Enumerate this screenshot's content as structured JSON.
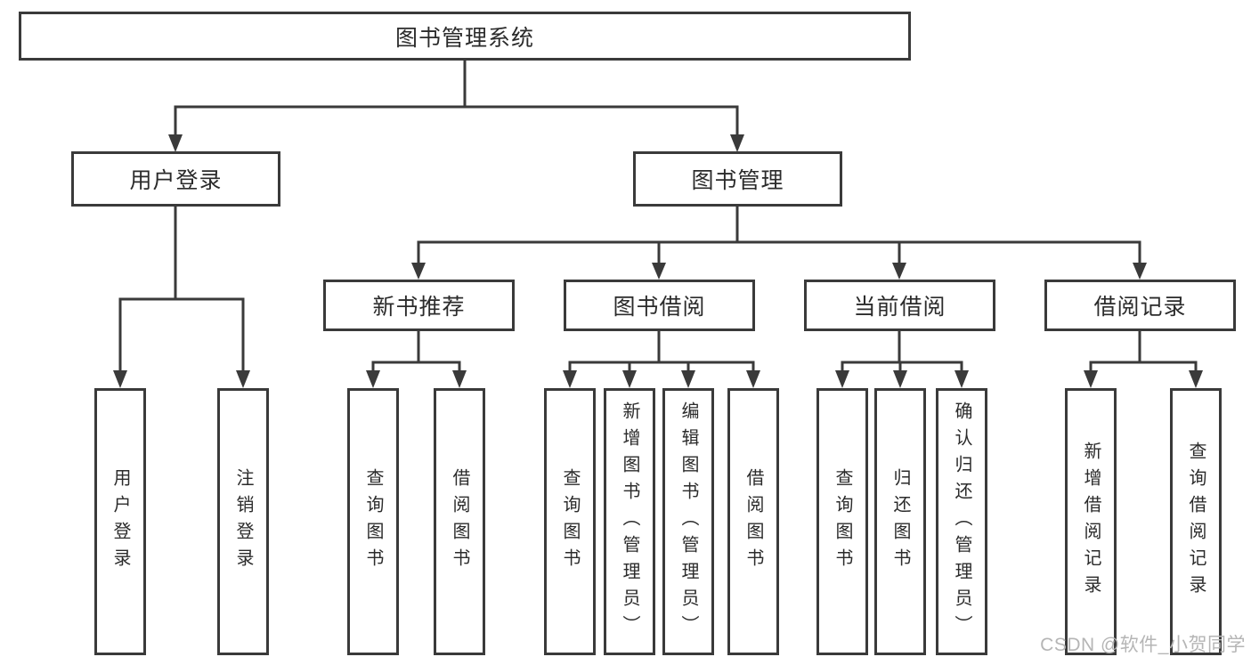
{
  "page": {
    "background": "#ffffff",
    "line_color": "#3a3a3a",
    "box_border_color": "#3a3a3a",
    "text_color": "#2b2b2b"
  },
  "diagram": {
    "type": "tree",
    "root": {
      "label": "图书管理系统"
    },
    "level2": [
      {
        "label": "用户登录"
      },
      {
        "label": "图书管理"
      }
    ],
    "level3": [
      {
        "label": "新书推荐",
        "parent": "图书管理"
      },
      {
        "label": "图书借阅",
        "parent": "图书管理"
      },
      {
        "label": "当前借阅",
        "parent": "图书管理"
      },
      {
        "label": "借阅记录",
        "parent": "图书管理"
      }
    ],
    "leaves": [
      {
        "label": "用户登录",
        "parent": "用户登录"
      },
      {
        "label": "注销登录",
        "parent": "用户登录"
      },
      {
        "label": "查询图书",
        "parent": "新书推荐"
      },
      {
        "label": "借阅图书",
        "parent": "新书推荐"
      },
      {
        "label": "查询图书",
        "parent": "图书借阅"
      },
      {
        "label": "新增图书（管理员）",
        "parent": "图书借阅"
      },
      {
        "label": "编辑图书（管理员）",
        "parent": "图书借阅"
      },
      {
        "label": "借阅图书",
        "parent": "图书借阅"
      },
      {
        "label": "查询图书",
        "parent": "当前借阅"
      },
      {
        "label": "归还图书",
        "parent": "当前借阅"
      },
      {
        "label": "确认归还（管理员）",
        "parent": "当前借阅"
      },
      {
        "label": "新增借阅记录",
        "parent": "借阅记录"
      },
      {
        "label": "查询借阅记录",
        "parent": "借阅记录"
      }
    ]
  },
  "watermark": {
    "text": "CSDN @软件_小贺同学",
    "color": "#b5b5b5"
  }
}
